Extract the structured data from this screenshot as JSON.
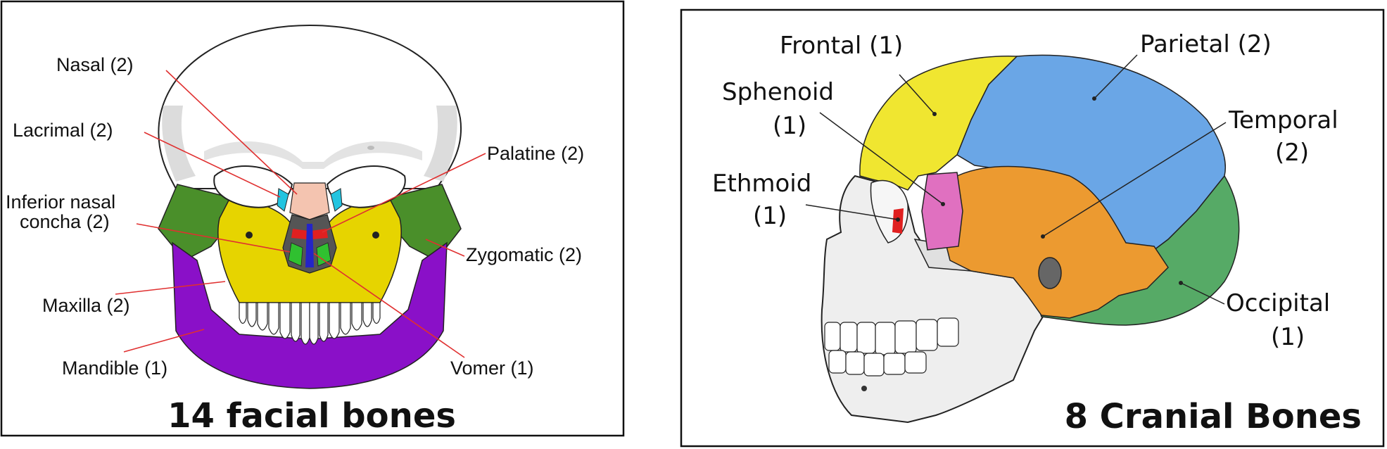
{
  "facial_panel": {
    "title": "14 facial bones",
    "labels": {
      "nasal": "Nasal (2)",
      "lacrimal": "Lacrimal (2)",
      "inferior_nasal_line1": "Inferior nasal",
      "inferior_nasal_line2": "concha (2)",
      "maxilla": "Maxilla (2)",
      "mandible": "Mandible (1)",
      "palatine": "Palatine (2)",
      "zygomatic": "Zygomatic (2)",
      "vomer": "Vomer (1)"
    }
  },
  "cranial_panel": {
    "title": "8 Cranial Bones",
    "labels": {
      "frontal": "Frontal (1)",
      "sphenoid_line1": "Sphenoid",
      "sphenoid_line2": "(1)",
      "ethmoid_line1": "Ethmoid",
      "ethmoid_line2": "(1)",
      "parietal": "Parietal (2)",
      "temporal_line1": "Temporal",
      "temporal_line2": "(2)",
      "occipital_line1": "Occipital",
      "occipital_line2": "(1)"
    }
  },
  "colors": {
    "zygomatic": "#4a8f2a",
    "maxilla": "#e6d400",
    "mandible": "#8a10c8",
    "nasal": "#f4c4b0",
    "lacrimal": "#22c4e0",
    "vomer": "#2424c8",
    "palatine": "#e02020",
    "inferior_nasal_concha": "#30c030",
    "frontal": "#f0e630",
    "parietal": "#6aa6e6",
    "temporal": "#ec9a30",
    "occipital": "#56aa66",
    "sphenoid": "#e070c0",
    "ethmoid": "#e02020",
    "leader_facial": "#e03030",
    "leader_cranial": "#222222"
  }
}
